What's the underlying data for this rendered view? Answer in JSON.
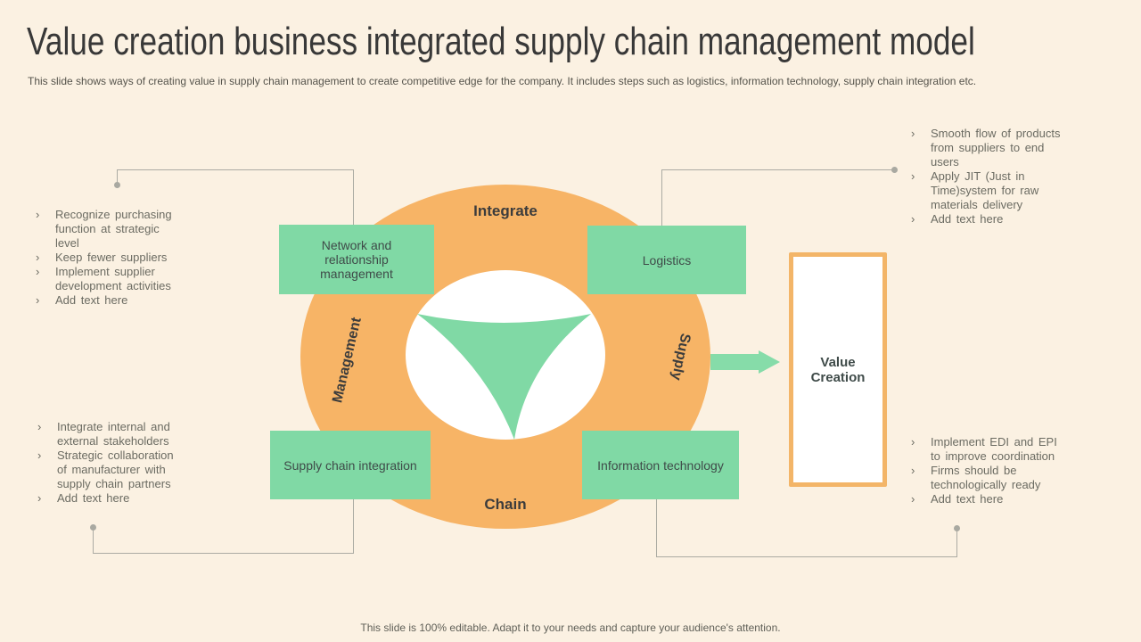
{
  "slide": {
    "title": "Value creation business integrated supply chain management model",
    "subtitle": "This slide shows ways of creating value in supply chain management to create competitive edge for the company. It includes steps such as logistics, information technology, supply chain integration etc.",
    "footer": "This slide is 100% editable. Adapt it to your needs and capture your audience's attention."
  },
  "ui": {
    "bullet": "›"
  },
  "diagram": {
    "ring": {
      "top": "Integrate",
      "left": "Management",
      "right": "Supply",
      "bottom": "Chain"
    },
    "boxes": {
      "top_left": "Network and relationship management",
      "top_right": "Logistics",
      "bottom_left": "Supply chain integration",
      "bottom_right": "Information technology"
    },
    "value_box": "Value Creation"
  },
  "notes": {
    "top_left": {
      "items": [
        "Recognize purchasing\nfunction at strategic\nlevel",
        "Keep fewer suppliers",
        "Implement supplier\ndevelopment activities",
        "Add text here"
      ]
    },
    "top_right": {
      "items": [
        "Smooth flow of products\nfrom suppliers to end\nusers",
        "Apply JIT (Just in\nTime)system for raw\nmaterials delivery",
        "Add text here"
      ]
    },
    "bottom_left": {
      "items": [
        "Integrate internal and\nexternal stakeholders",
        "Strategic collaboration\nof manufacturer with\nsupply chain partners",
        "Add text here"
      ]
    },
    "bottom_right": {
      "items": [
        "Implement EDI and EPI\nto improve coordination",
        "Firms should be\ntechnologically ready",
        "Add text here"
      ]
    }
  },
  "colors": {
    "background": "#FBF1E2",
    "ring_orange": "#F7B466",
    "mint_green": "#80D9A5",
    "value_box_border": "#F3B568",
    "title_text": "#383838",
    "body_text": "#6B6B62",
    "box_text": "#3F4B49",
    "connector_gray": "#ABABA3"
  }
}
